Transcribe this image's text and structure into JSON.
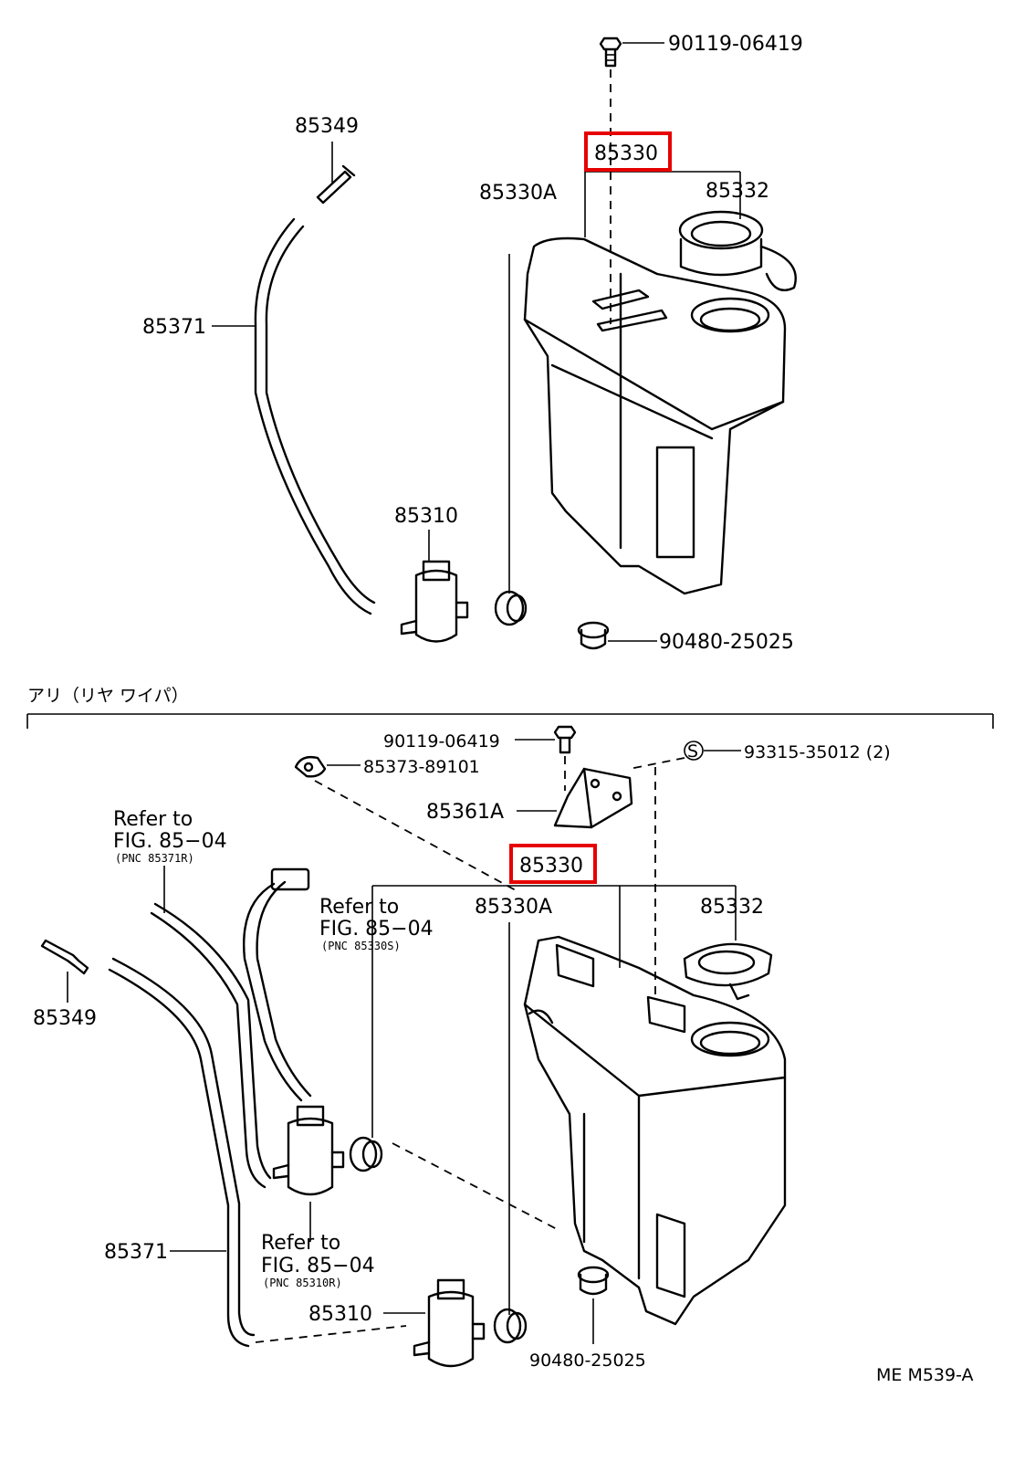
{
  "top": {
    "bolt": "90119-06419",
    "tank_assy": "85330",
    "tank": "85330A",
    "cap": "85332",
    "nozzle": "85349",
    "hose": "85371",
    "motor": "85310",
    "grommet": "90480-25025"
  },
  "section": {
    "title": "アリ（リヤ ワイパ）"
  },
  "bottom": {
    "bolt": "90119-06419",
    "clamp": "85373-89101",
    "screw_mark": "S",
    "screw": "93315-35012 (2)",
    "bracket": "85361A",
    "tank_assy": "85330",
    "tank": "85330A",
    "cap": "85332",
    "ref1_line1": "Refer to",
    "ref1_line2": "FIG. 85−04",
    "ref1_pnc": "(PNC 85371R)",
    "ref2_line1": "Refer to",
    "ref2_line2": "FIG. 85−04",
    "ref2_pnc": "(PNC 85330S)",
    "ref3_line1": "Refer to",
    "ref3_line2": "FIG. 85−04",
    "ref3_pnc": "(PNC 85310R)",
    "nozzle": "85349",
    "hose": "85371",
    "motor": "85310",
    "grommet": "90480-25025"
  },
  "footer": {
    "code": "ME M539-A"
  },
  "highlight_color": "#e60000"
}
